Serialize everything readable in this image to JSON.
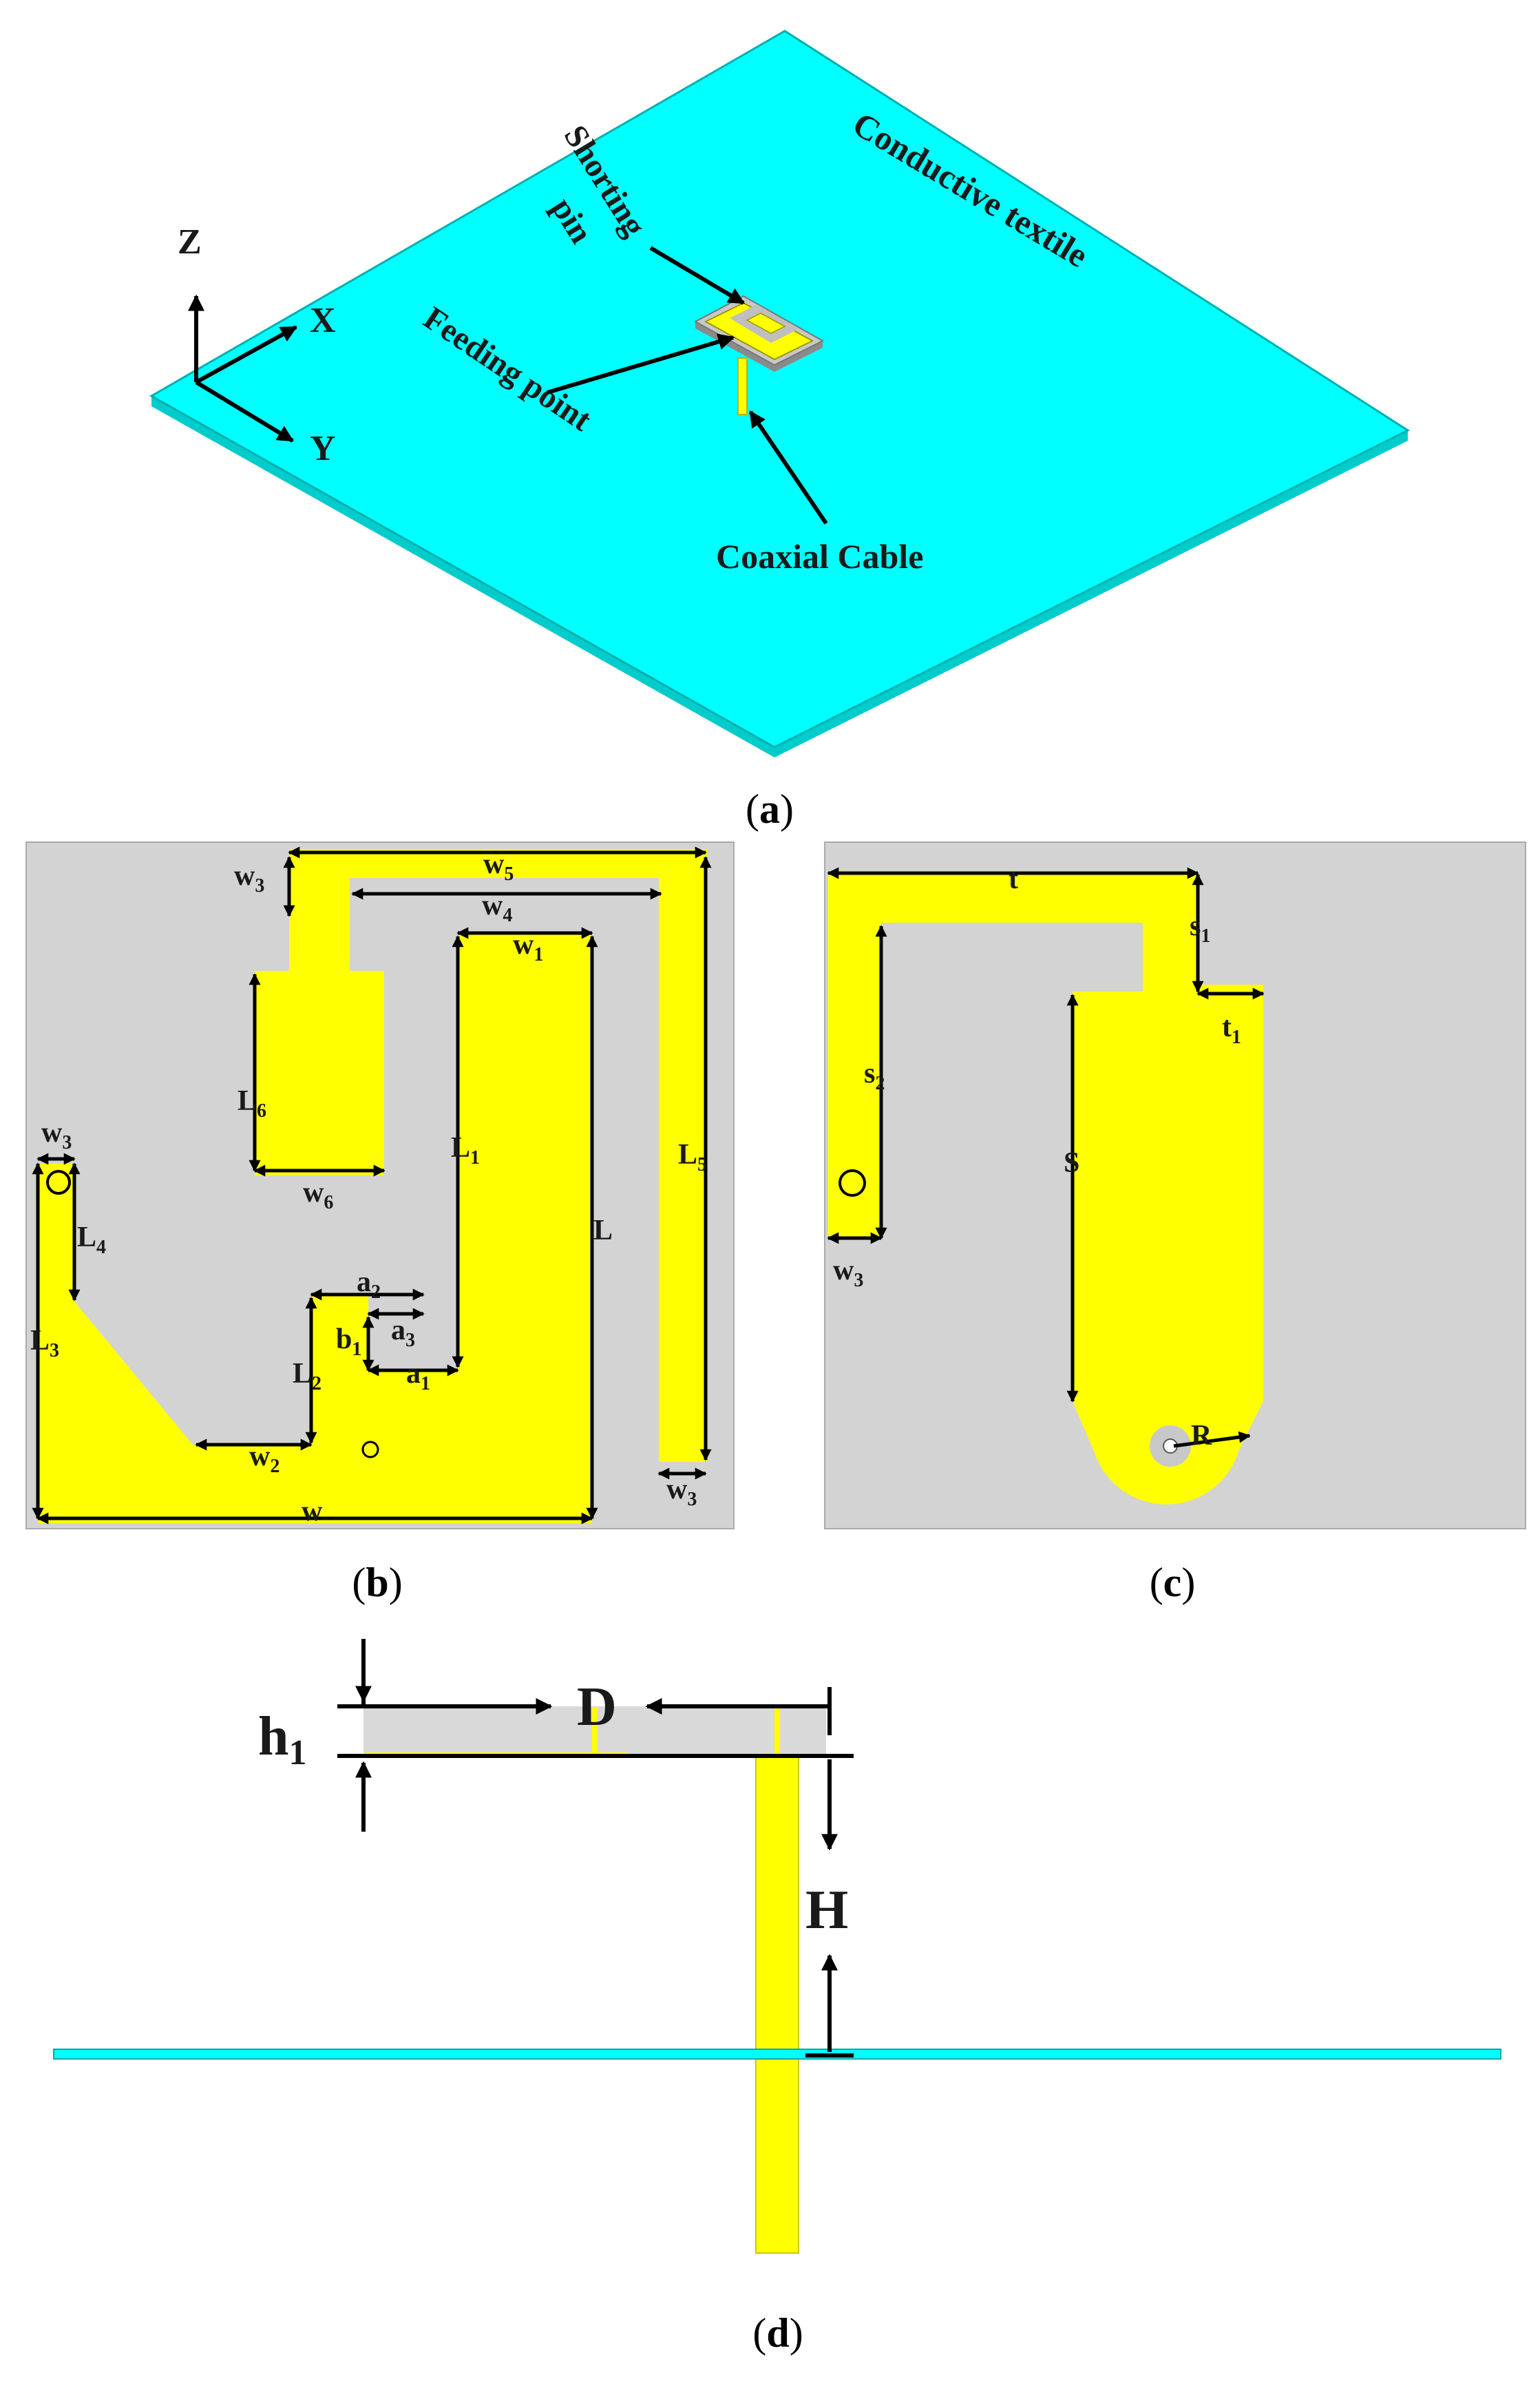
{
  "panel_a": {
    "caption_open": "(",
    "caption_letter": "a",
    "caption_close": ")",
    "labels": {
      "conductive_textile": "Conductive textile",
      "shorting": "Shorting",
      "pin": "pin",
      "feeding_point": "Feeding point",
      "coaxial_cable": "Coaxial Cable",
      "axis_z": "Z",
      "axis_x": "X",
      "axis_y": "Y"
    }
  },
  "panel_b": {
    "caption_open": "(",
    "caption_letter": "b",
    "caption_close": ")",
    "dims": [
      {
        "base": "w",
        "sub": "3"
      },
      {
        "base": "w",
        "sub": "5"
      },
      {
        "base": "w",
        "sub": "4"
      },
      {
        "base": "w",
        "sub": "1"
      },
      {
        "base": "L",
        "sub": "6"
      },
      {
        "base": "L",
        "sub": "1"
      },
      {
        "base": "L",
        "sub": "5"
      },
      {
        "base": "w",
        "sub": "3"
      },
      {
        "base": "L",
        "sub": "4"
      },
      {
        "base": "w",
        "sub": "6"
      },
      {
        "base": "L",
        "sub": ""
      },
      {
        "base": "a",
        "sub": "2"
      },
      {
        "base": "a",
        "sub": "3"
      },
      {
        "base": "b",
        "sub": "1"
      },
      {
        "base": "L",
        "sub": "3"
      },
      {
        "base": "L",
        "sub": "2"
      },
      {
        "base": "a",
        "sub": "1"
      },
      {
        "base": "w",
        "sub": "2"
      },
      {
        "base": "w",
        "sub": ""
      },
      {
        "base": "w",
        "sub": "3"
      }
    ]
  },
  "panel_c": {
    "caption_open": "(",
    "caption_letter": "c",
    "caption_close": ")",
    "dims": [
      {
        "base": "t",
        "sub": ""
      },
      {
        "base": "s",
        "sub": "1"
      },
      {
        "base": "t",
        "sub": "1"
      },
      {
        "base": "s",
        "sub": "2"
      },
      {
        "base": "S",
        "sub": ""
      },
      {
        "base": "w",
        "sub": "3"
      },
      {
        "base": "R",
        "sub": ""
      }
    ]
  },
  "panel_d": {
    "caption_open": "(",
    "caption_letter": "d",
    "caption_close": ")",
    "dims": [
      {
        "base": "h",
        "sub": "1"
      },
      {
        "base": "D",
        "sub": ""
      },
      {
        "base": "H",
        "sub": ""
      }
    ]
  },
  "colors": {
    "textile": "#00ffff",
    "textile_edge": "#00b0b0",
    "copper": "#ffff00",
    "copper_edge": "#c8c800",
    "substrate": "#d3d3d3",
    "arrow": "#000000"
  }
}
